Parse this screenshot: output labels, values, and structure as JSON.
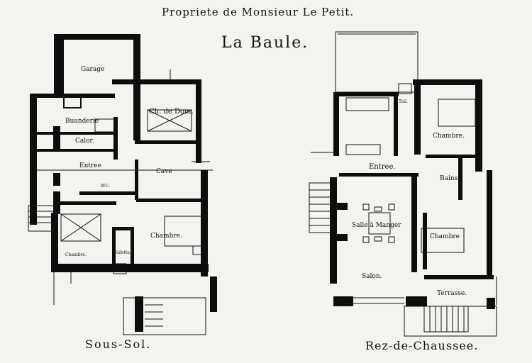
{
  "header": {
    "title": "Propriete de Monsieur Le Petit.",
    "city": "La Baule."
  },
  "plans": [
    {
      "level_label": "Sous-Sol.",
      "rooms": [
        "Garage",
        "Buanderie",
        "Calor.",
        "Ch. de Dom.",
        "Entree",
        "Cave",
        "W.C.",
        "Chambre.",
        "Chambre.",
        "Toilette."
      ]
    },
    {
      "level_label": "Rez-de-Chaussee.",
      "rooms": [
        "Toil.",
        "Chambre.",
        "Entree.",
        "Bains",
        "Salle à Manger",
        "Chambre",
        "Salon.",
        "Terrasse."
      ]
    }
  ]
}
